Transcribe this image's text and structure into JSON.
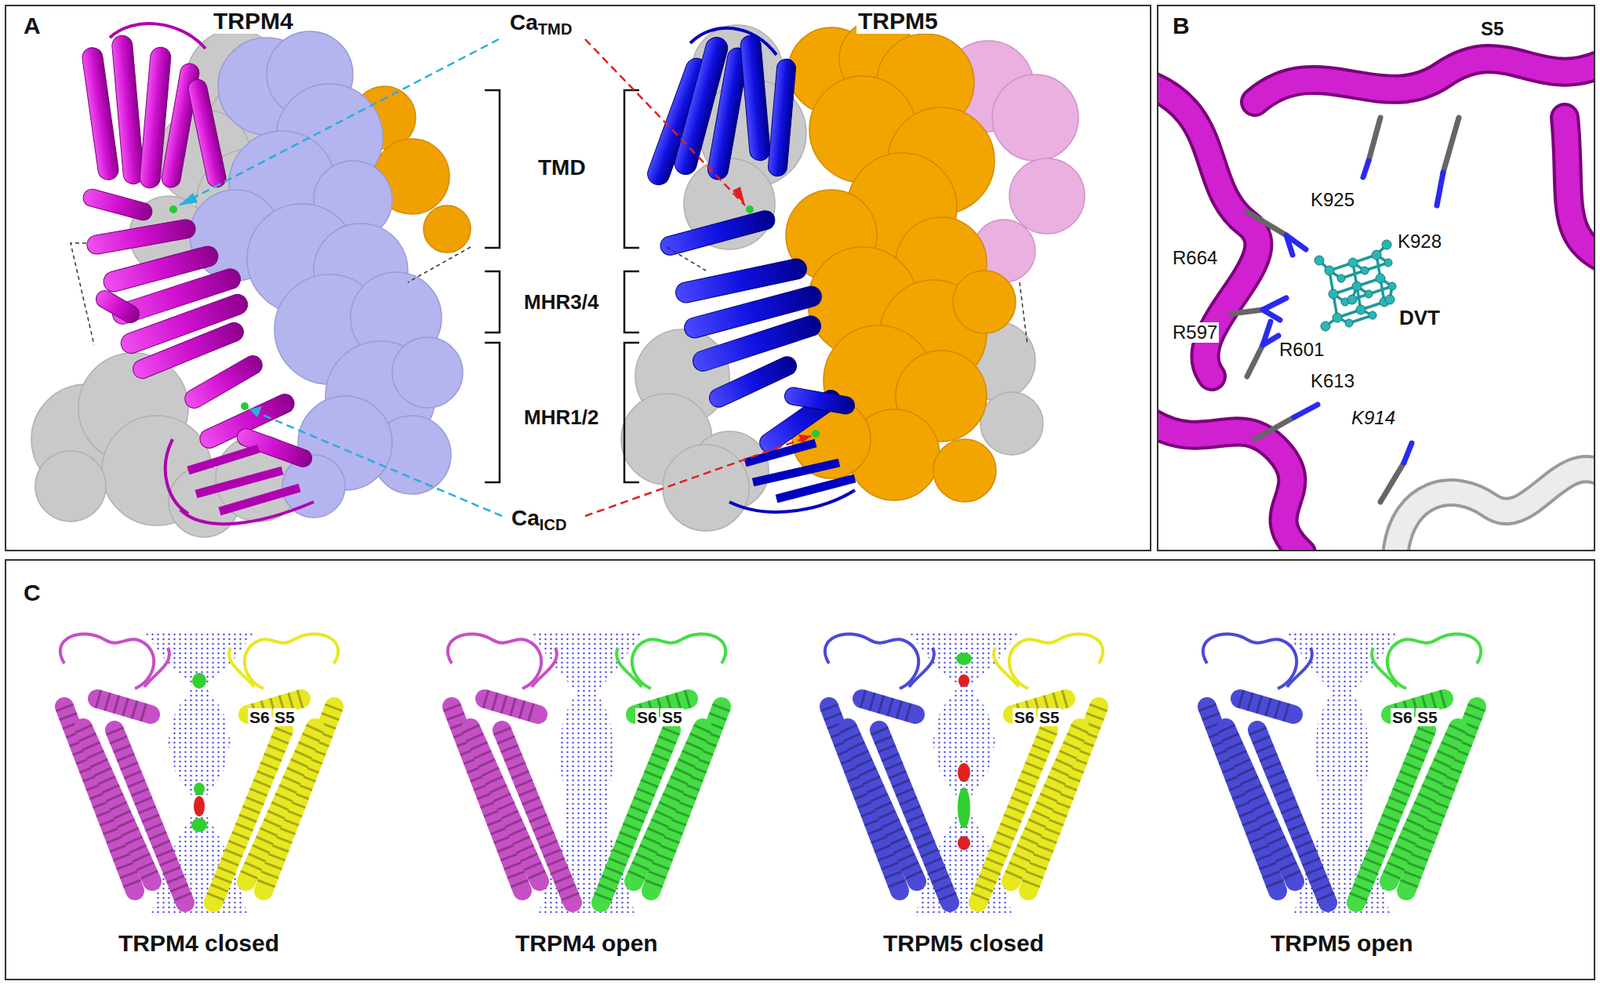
{
  "diagram": {
    "nodes": [
      {
        "text": [
          "A"
        ]
      },
      {
        "text": [
          "B"
        ]
      },
      {
        "text": [
          "C"
        ]
      }
    ],
    "labels": [
      "TRPM4",
      "CaTMD",
      "TRPM5",
      "TMD",
      "MHR3/4",
      "MHR1/2",
      "CaICD",
      "S5",
      "K925",
      "R664",
      "K928",
      "R597",
      "DVT",
      "R601",
      "K613",
      "K914",
      "S6",
      "S5",
      "S6",
      "S5",
      "S6",
      "S5",
      "S6",
      "S5",
      "TRPM4 closed",
      "TRPM4 open",
      "TRPM5 closed",
      "TRPM5 open"
    ]
  }
}
